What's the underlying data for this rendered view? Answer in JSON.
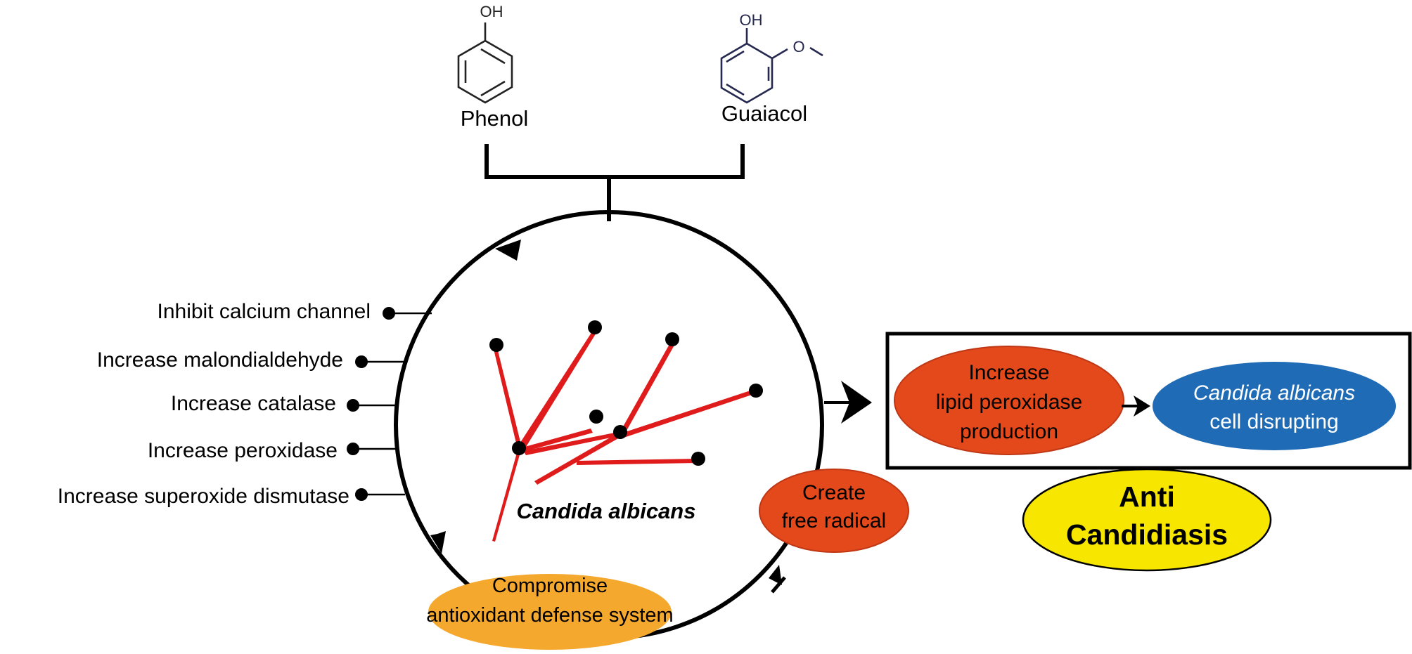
{
  "compounds": {
    "phenol": {
      "oh": "OH",
      "name": "Phenol"
    },
    "guaiacol": {
      "oh": "OH",
      "o": "O",
      "name": "Guaiacol"
    }
  },
  "effects": [
    "Inhibit calcium channel",
    "Increase malondialdehyde",
    "Increase catalase",
    "Increase peroxidase",
    "Increase superoxide dismutase"
  ],
  "organism": {
    "label": "Candida albicans"
  },
  "antioxidant": {
    "line1": "Compromise",
    "line2": "antioxidant defense system"
  },
  "free_radical": {
    "line1": "Create",
    "line2": "free radical"
  },
  "lipid": {
    "line1": "Increase",
    "line2": "lipid peroxidase",
    "line3": "production"
  },
  "disruption": {
    "line1": "Candida albicans",
    "line2": "cell disrupting"
  },
  "outcome": {
    "line1": "Anti",
    "line2": "Candidiasis"
  },
  "colors": {
    "stroke": "#000000",
    "hyphae": "#e01b1b",
    "orange_red": "#e4491c",
    "orange": "#f4a82e",
    "blue": "#1f6bb5",
    "yellow": "#f6e600",
    "molecule": "#25284f"
  }
}
